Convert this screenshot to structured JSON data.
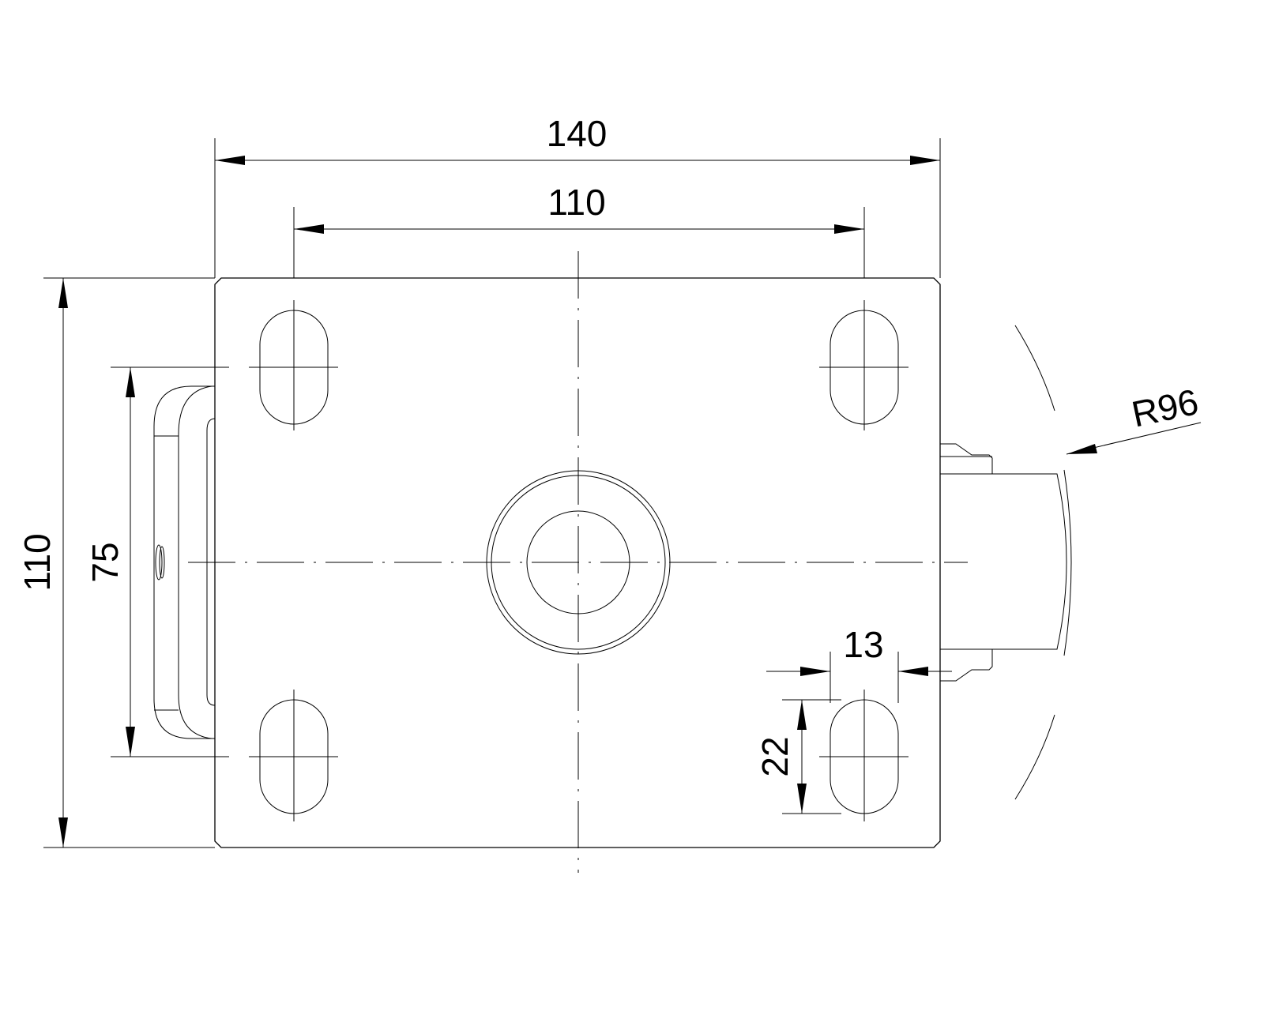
{
  "drawing": {
    "title": "Caster top plate - plan view",
    "dimensions": {
      "plate_width": "140",
      "hole_spacing_x": "110",
      "plate_height": "110",
      "hole_spacing_y": "75",
      "slot_width": "13",
      "slot_length": "22",
      "wheel_radius": "R96"
    },
    "line_color": "#000000",
    "background": "#ffffff"
  }
}
